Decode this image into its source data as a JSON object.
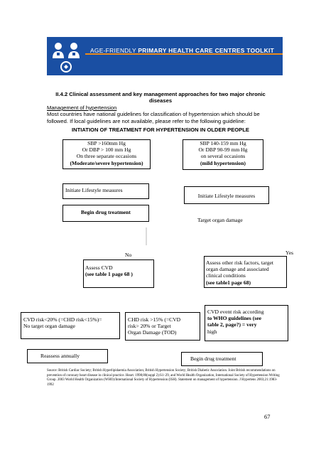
{
  "header": {
    "title_part1": "AGE-FRIENDLY ",
    "title_part2": "PRIMARY HEALTH CARE CENTRES TOOLKIT",
    "logo_icon": "two-people-logo-icon",
    "colors": {
      "banner": "#1a4fa3",
      "accent": "#e98a1b"
    }
  },
  "section": {
    "heading": "II.4.2 Clinical assessment and key management approaches for two major chronic diseases",
    "subheading": "Management of hypertension",
    "paragraph": "Most countries have national guidelines for classification of hypertension which should be followed. If local guidelines are not available, please refer to the following guideline:"
  },
  "flowchart": {
    "title": "INTIATION OF TREATMENT FOR HYPERTENSION IN OLDER PEOPLE",
    "box_moderate": {
      "line1": "SBP >160mm Hg",
      "line2": "Or DBP > 100 mm Hg",
      "line3": "On three separate occasions",
      "line4": "(Moderate/severe hypertension)"
    },
    "box_mild": {
      "line1": "SBP 140-159 mm Hg",
      "line2": "Or DBP 90-99 mm Hg",
      "line3": "on several occasions",
      "line4": "(mild hypertension)"
    },
    "lifestyle_left": "Initiate Lifestyle measures",
    "begin_drug_left": "Begin drug treatment",
    "lifestyle_right": "Initiate Lifestyle measures",
    "target_organ": "Target organ damage",
    "no_label": "No",
    "yes_label": "Yes",
    "assess_cvd_line1": "Assess CVD",
    "assess_cvd_line2": "(see table 1 page 68 )",
    "assess_other_line1": "Assess other risk factors, target",
    "assess_other_line2": "organ damage and associated",
    "assess_other_line3": "clinical conditions",
    "assess_other_line4": "(see table1 page 68)",
    "cvd_low_line1": "CVD risk<20% (=CHD risk<15%)=",
    "cvd_low_line2": "No target organ damage",
    "chd_high_line1": "CHD risk >15% (=CVD",
    "chd_high_line2": "risk> 20% or Target",
    "chd_high_line3": "Organ Damage (TOD)",
    "cvd_event_line1": "CVD event risk according",
    "cvd_event_line2": "to WHO guidelines (see",
    "cvd_event_line3": "table 2, page?) = very",
    "cvd_event_line4": "high",
    "reassess": "Reassess annually",
    "begin_drug_bottom": "Begin drug treatment"
  },
  "source": "Source: British Cardiac Society; British Hyperlipidaemia Association; British Hypertension Society; British Diabetic Association. Joint British recommendations on prevention of coronary heart disease in clinical practice. Heart. 1998;80(suppl 2):S1–29, and World Health Organization, International Society of Hypertension Writing Group. 2003 World Health Organization (WHO)/International Society of Hypertension (ISH). Statement on management of hypertension. J Hypertens 2003;21:1983-1992",
  "page_number": "67"
}
